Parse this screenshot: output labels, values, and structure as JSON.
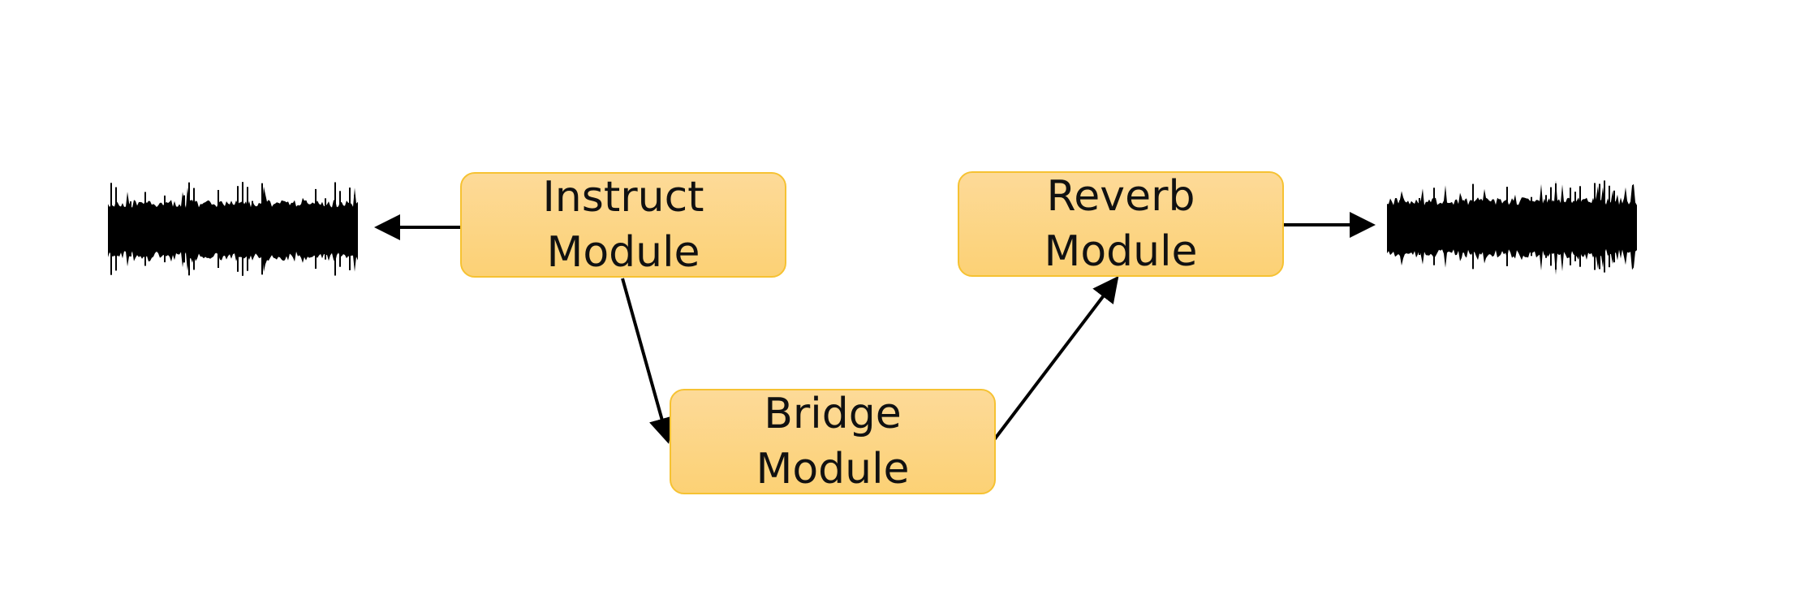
{
  "diagram": {
    "modules": {
      "instruct": {
        "line1": "Instruct",
        "line2": "Module"
      },
      "reverb": {
        "line1": "Reverb",
        "line2": "Module"
      },
      "bridge": {
        "line1": "Bridge",
        "line2": "Module"
      }
    },
    "connections": [
      {
        "from": "instruct-module",
        "to": "input-waveform"
      },
      {
        "from": "instruct-module",
        "to": "bridge-module"
      },
      {
        "from": "bridge-module",
        "to": "reverb-module"
      },
      {
        "from": "reverb-module",
        "to": "output-waveform"
      }
    ],
    "waveforms": [
      "input-waveform",
      "output-waveform"
    ],
    "colors": {
      "module_fill_top": "#fdda98",
      "module_fill_bottom": "#fcd175",
      "module_border": "#f6c232",
      "arrow": "#000000",
      "waveform": "#000000"
    }
  }
}
